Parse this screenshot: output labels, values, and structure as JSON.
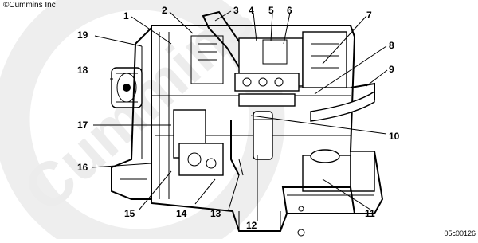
{
  "diagram": {
    "copyright": "©Cummins Inc",
    "watermark": "Cummins",
    "figure_code": "05c00126",
    "callouts": [
      "1",
      "2",
      "3",
      "4",
      "5",
      "6",
      "7",
      "8",
      "9",
      "10",
      "11",
      "12",
      "13",
      "14",
      "15",
      "16",
      "17",
      "18",
      "19"
    ],
    "colors": {
      "line": "#000000",
      "watermark": "#e8e8e8",
      "background": "#ffffff"
    }
  }
}
